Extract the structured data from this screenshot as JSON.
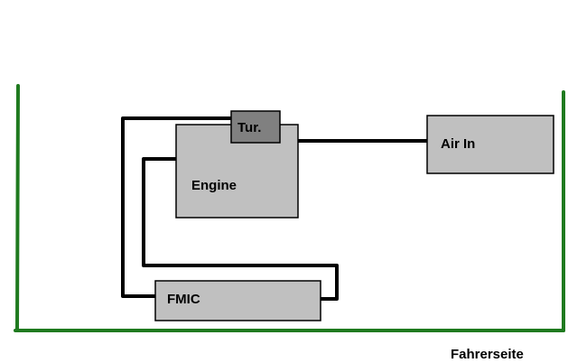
{
  "colors": {
    "background": "#ffffff",
    "frame": "#1f7a1f",
    "pipe": "#000000",
    "box_fill": "#c0c0c0",
    "turbo_fill": "#808080",
    "box_border": "#000000",
    "text": "#000000"
  },
  "components": {
    "turbo": "Tur.",
    "engine": "Engine",
    "air_in": "Air In",
    "fmic": "FMIC"
  },
  "caption": "Fahrerseite"
}
